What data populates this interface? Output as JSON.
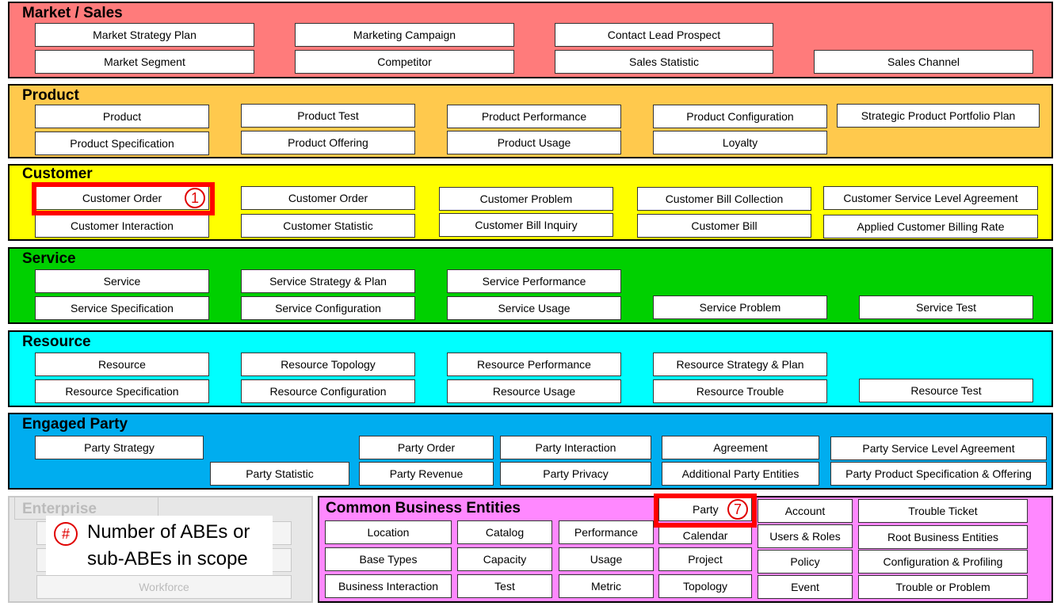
{
  "colors": {
    "market": "#ff7b7b",
    "product": "#ffc94d",
    "customer": "#ffff00",
    "service": "#00d000",
    "resource": "#00ffff",
    "party": "#00adef",
    "enterprise": "#e7e7e7",
    "common": "#ff88ff",
    "highlight": "#ff0000"
  },
  "sections": {
    "market": {
      "title": "Market / Sales",
      "items": [
        "Market Strategy Plan",
        "Marketing Campaign",
        "Contact Lead Prospect",
        "Market Segment",
        "Competitor",
        "Sales Statistic",
        "Sales Channel"
      ]
    },
    "product": {
      "title": "Product",
      "items": [
        "Product",
        "Product Test",
        "Product Performance",
        "Product Configuration",
        "Strategic Product Portfolio Plan",
        "Product Specification",
        "Product Offering",
        "Product Usage",
        "Loyalty"
      ]
    },
    "customer": {
      "title": "Customer",
      "items": [
        "Customer Order",
        "Customer Order",
        "Customer Problem",
        "Customer Bill Collection",
        "Customer Service Level Agreement",
        "Customer Interaction",
        "Customer Statistic",
        "Customer Bill Inquiry",
        "Customer Bill",
        "Applied Customer Billing Rate"
      ]
    },
    "service": {
      "title": "Service",
      "items": [
        "Service",
        "Service Strategy & Plan",
        "Service Performance",
        "Service Specification",
        "Service Configuration",
        "Service Usage",
        "Service Problem",
        "Service Test"
      ]
    },
    "resource": {
      "title": "Resource",
      "items": [
        "Resource",
        "Resource Topology",
        "Resource Performance",
        "Resource Strategy & Plan",
        "Resource Specification",
        "Resource Configuration",
        "Resource Usage",
        "Resource Trouble",
        "Resource Test"
      ]
    },
    "party": {
      "title": "Engaged Party",
      "items": [
        "Party Strategy",
        "Party Order",
        "Party Interaction",
        "Agreement",
        "Party Service Level Agreement",
        "Party Statistic",
        "Party Revenue",
        "Party Privacy",
        "Additional Party Entities",
        "Party Product Specification & Offering"
      ]
    },
    "enterprise": {
      "title": "Enterprise",
      "items": [
        "",
        "",
        "Workforce"
      ]
    },
    "common": {
      "title": "Common Business Entities",
      "items": [
        "Party",
        "Account",
        "Trouble Ticket",
        "Location",
        "Catalog",
        "Performance",
        "Calendar",
        "Users & Roles",
        "Root Business Entities",
        "Base Types",
        "Capacity",
        "Usage",
        "Project",
        "Policy",
        "Configuration & Profiling",
        "Business Interaction",
        "Test",
        "Metric",
        "Topology",
        "Event",
        "Trouble or Problem"
      ]
    }
  },
  "badges": {
    "customer_order": "1",
    "party": "7",
    "legend_symbol": "#"
  },
  "legend": {
    "text": "Number of ABEs or\nsub-ABEs in scope"
  }
}
